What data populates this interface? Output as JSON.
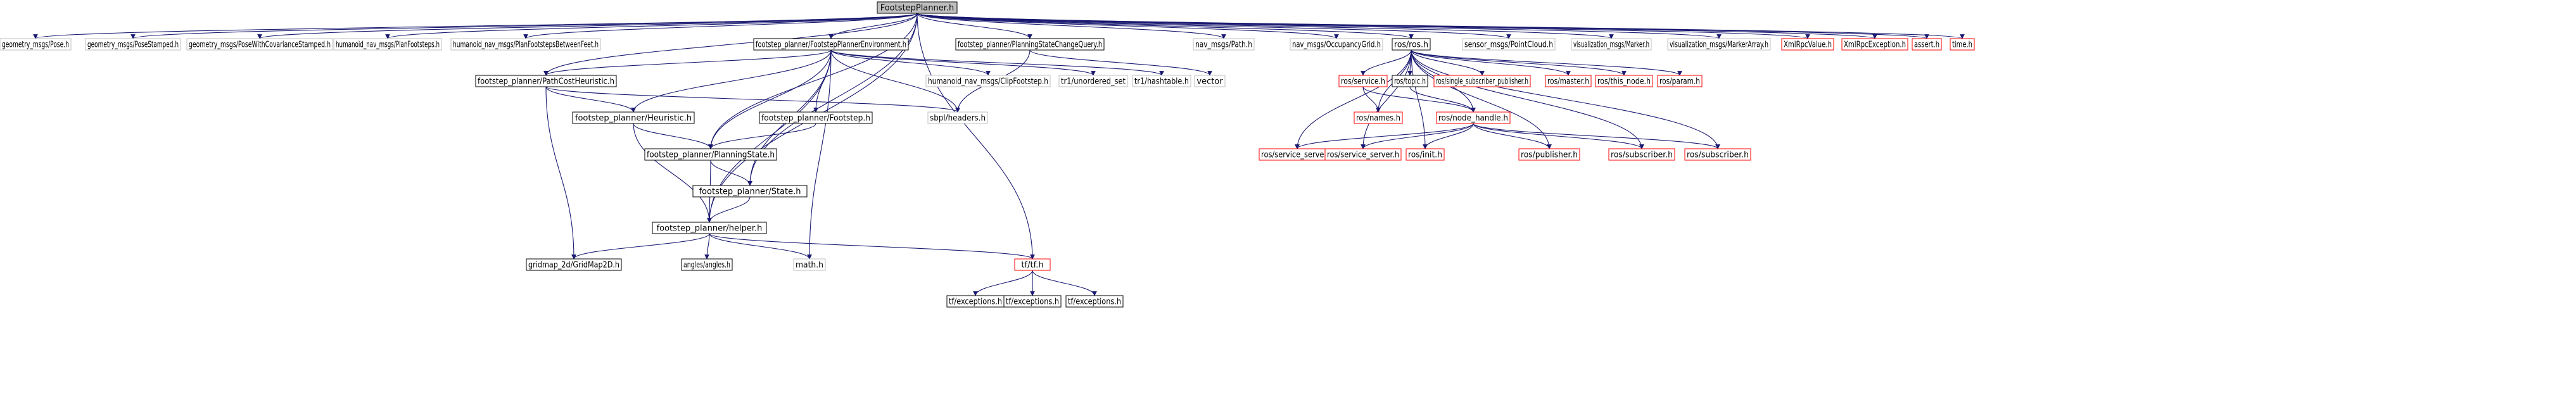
{
  "title": "FootstepPlanner.h",
  "node_labels": {
    "root": "FootstepPlanner.h",
    "gm_pose": "geometry_msgs/Pose.h",
    "gm_posestamped": "geometry_msgs/PoseStamped.h",
    "gm_posecov": "geometry_msgs/PoseWithCovarianceStamped.h",
    "hn_planfootsteps": "humanoid_nav_msgs/PlanFootsteps.h",
    "hn_planbetween": "humanoid_nav_msgs/PlanFootstepsBetweenFeet.h",
    "fp_env": "footstep_planner/FootstepPlannerEnvironment.h",
    "fp_changequery": "footstep_planner/PlanningStateChangeQuery.h",
    "nav_path": "nav_msgs/Path.h",
    "nav_grid": "nav_msgs/OccupancyGrid.h",
    "ros_ros": "ros/ros.h",
    "sensor_pc": "sensor_msgs/PointCloud.h",
    "vis_marker": "visualization_msgs/Marker.h",
    "vis_markerarray": "visualization_msgs/MarkerArray.h",
    "xml_value": "XmlRpcValue.h",
    "xml_exc": "XmlRpcException.h",
    "assert": "assert.h",
    "time": "time.h",
    "fp_pathcost": "footstep_planner/PathCostHeuristic.h",
    "hn_clip": "humanoid_nav_msgs/ClipFootstep.h",
    "tr1_unordered": "tr1/unordered_set",
    "tr1_hashtable": "tr1/hashtable.h",
    "vector": "vector",
    "fp_heuristic": "footstep_planner/Heuristic.h",
    "fp_footstep": "footstep_planner/Footstep.h",
    "sbpl": "sbpl/headers.h",
    "fp_planstate": "footstep_planner/PlanningState.h",
    "fp_state": "footstep_planner/State.h",
    "fp_helper": "footstep_planner/helper.h",
    "gridmap": "gridmap_2d/GridMap2D.h",
    "angles": "angles/angles.h",
    "math": "math.h",
    "tf_tf": "tf/tf.h",
    "tf_exc1": "tf/exceptions.h",
    "tf_exc2": "tf/exceptions.h",
    "tf_exc3": "tf/exceptions.h",
    "ros_service": "ros/service.h",
    "ros_topic": "ros/topic.h",
    "ros_ssp": "ros/single_subscriber_publisher.h",
    "ros_master": "ros/master.h",
    "ros_thisnode": "ros/this_node.h",
    "ros_param": "ros/param.h",
    "ros_names": "ros/names.h",
    "ros_nodehandle": "ros/node_handle.h",
    "ros_srvserver1": "ros/service_server.h",
    "ros_srvserver2": "ros/service_server.h",
    "ros_init": "ros/init.h",
    "ros_publisher": "ros/publisher.h",
    "ros_subscriber1": "ros/subscriber.h",
    "ros_subscriber2": "ros/subscriber.h"
  },
  "colors": {
    "root_fill": "#bfbfbf",
    "node_fill": "#ffffff",
    "documented_border": "#000000",
    "external_border": "#bfbfbf",
    "truncated_border": "#ff0000",
    "edge": "#191970",
    "text": "#000000"
  }
}
